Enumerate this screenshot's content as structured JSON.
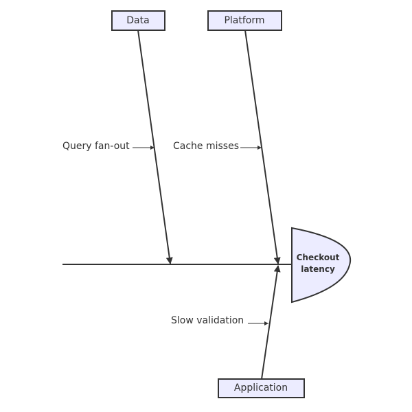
{
  "effect": {
    "line1": "Checkout",
    "line2": "latency"
  },
  "categories": [
    {
      "name": "Data",
      "causes": [
        "Query fan-out"
      ]
    },
    {
      "name": "Platform",
      "causes": [
        "Cache misses"
      ]
    },
    {
      "name": "Application",
      "causes": [
        "Slow validation"
      ]
    }
  ],
  "colors": {
    "node_fill": "#ECECFF",
    "stroke": "#333333"
  }
}
